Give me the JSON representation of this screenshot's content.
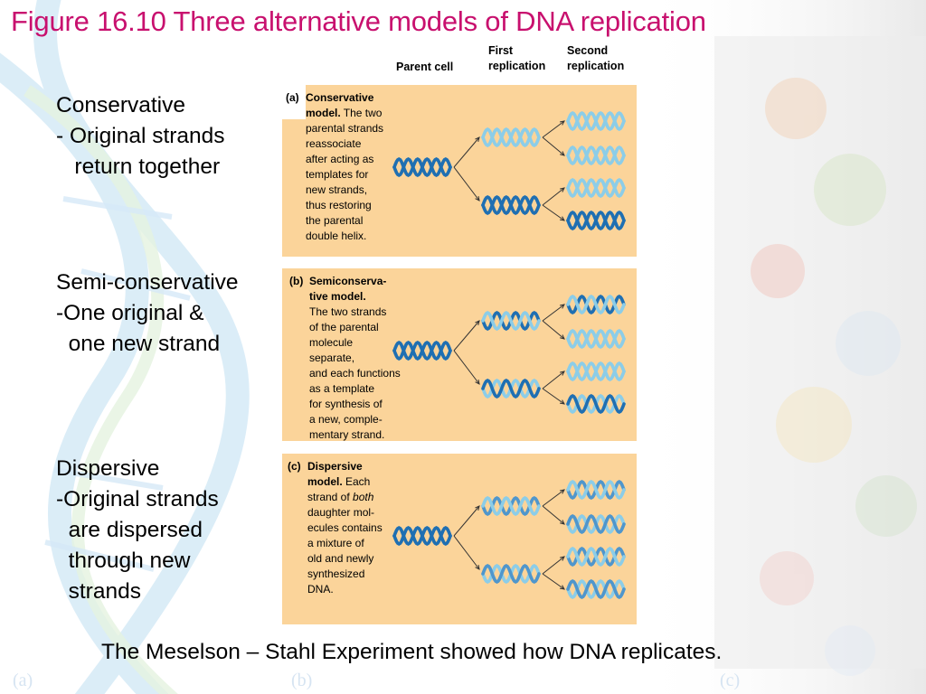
{
  "title": "Figure 16.10 Three alternative models of DNA replication",
  "column_headers": {
    "parent": "Parent cell",
    "first": [
      "First",
      "replication"
    ],
    "second": [
      "Second",
      "replication"
    ]
  },
  "models": [
    {
      "label_lines": [
        "Conservative",
        "- Original strands",
        "   return together"
      ],
      "letter": "(a)",
      "desc_lines": [
        "Conservative",
        "model. The two",
        "parental strands",
        "reassociate",
        "after acting as",
        "templates for",
        "new strands,",
        "thus restoring",
        "the parental",
        "double helix."
      ]
    },
    {
      "label_lines": [
        "Semi-conservative",
        "-One original &",
        "  one new strand"
      ],
      "letter": "(b)",
      "desc_lines": [
        "Semiconserva-",
        "tive model.",
        "The two strands",
        "of the parental",
        "molecule",
        "separate,",
        "and each functions",
        "as a template",
        "for synthesis of",
        "a new, comple-",
        "mentary strand."
      ]
    },
    {
      "label_lines": [
        "Dispersive",
        "-Original strands",
        "  are dispersed",
        "  through new",
        "  strands"
      ],
      "letter": "(c)",
      "desc_lines": [
        "Dispersive",
        "model. Each",
        "strand of both",
        "daughter mol-",
        "ecules contains",
        "a mixture of",
        "old and newly",
        "synthesized",
        "DNA."
      ]
    }
  ],
  "footer": "The Meselson – Stahl Experiment showed how DNA replicates.",
  "background_marks": [
    "(a)",
    "(b)",
    "(c)"
  ],
  "colors": {
    "title": "#c8106e",
    "panel": "#fbd49a",
    "old_strand": "#1f6fb2",
    "new_strand": "#8ccde8"
  }
}
